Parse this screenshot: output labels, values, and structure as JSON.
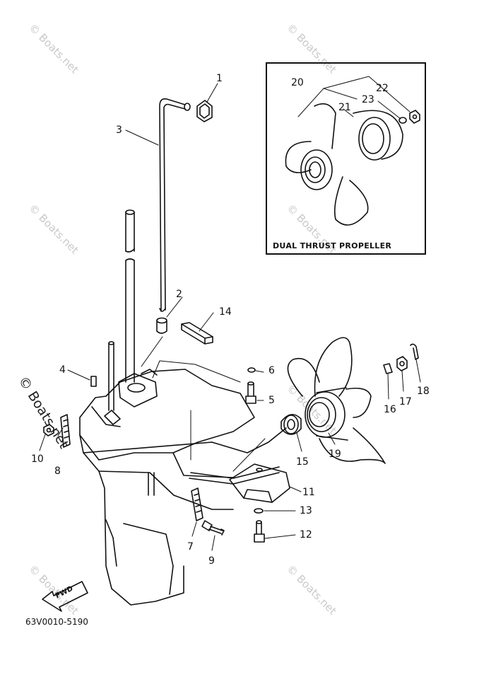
{
  "callouts": [
    "1",
    "2",
    "3",
    "4",
    "5",
    "6",
    "7",
    "8",
    "9",
    "10",
    "11",
    "12",
    "13",
    "14",
    "15",
    "16",
    "17",
    "18",
    "19",
    "20",
    "21",
    "22",
    "23"
  ],
  "inset": {
    "caption": "DUAL THRUST PROPELLER"
  },
  "fwd_arrow_label": "FWD",
  "diagram_code": "63V0010-5190",
  "watermark": "© Boats.net"
}
